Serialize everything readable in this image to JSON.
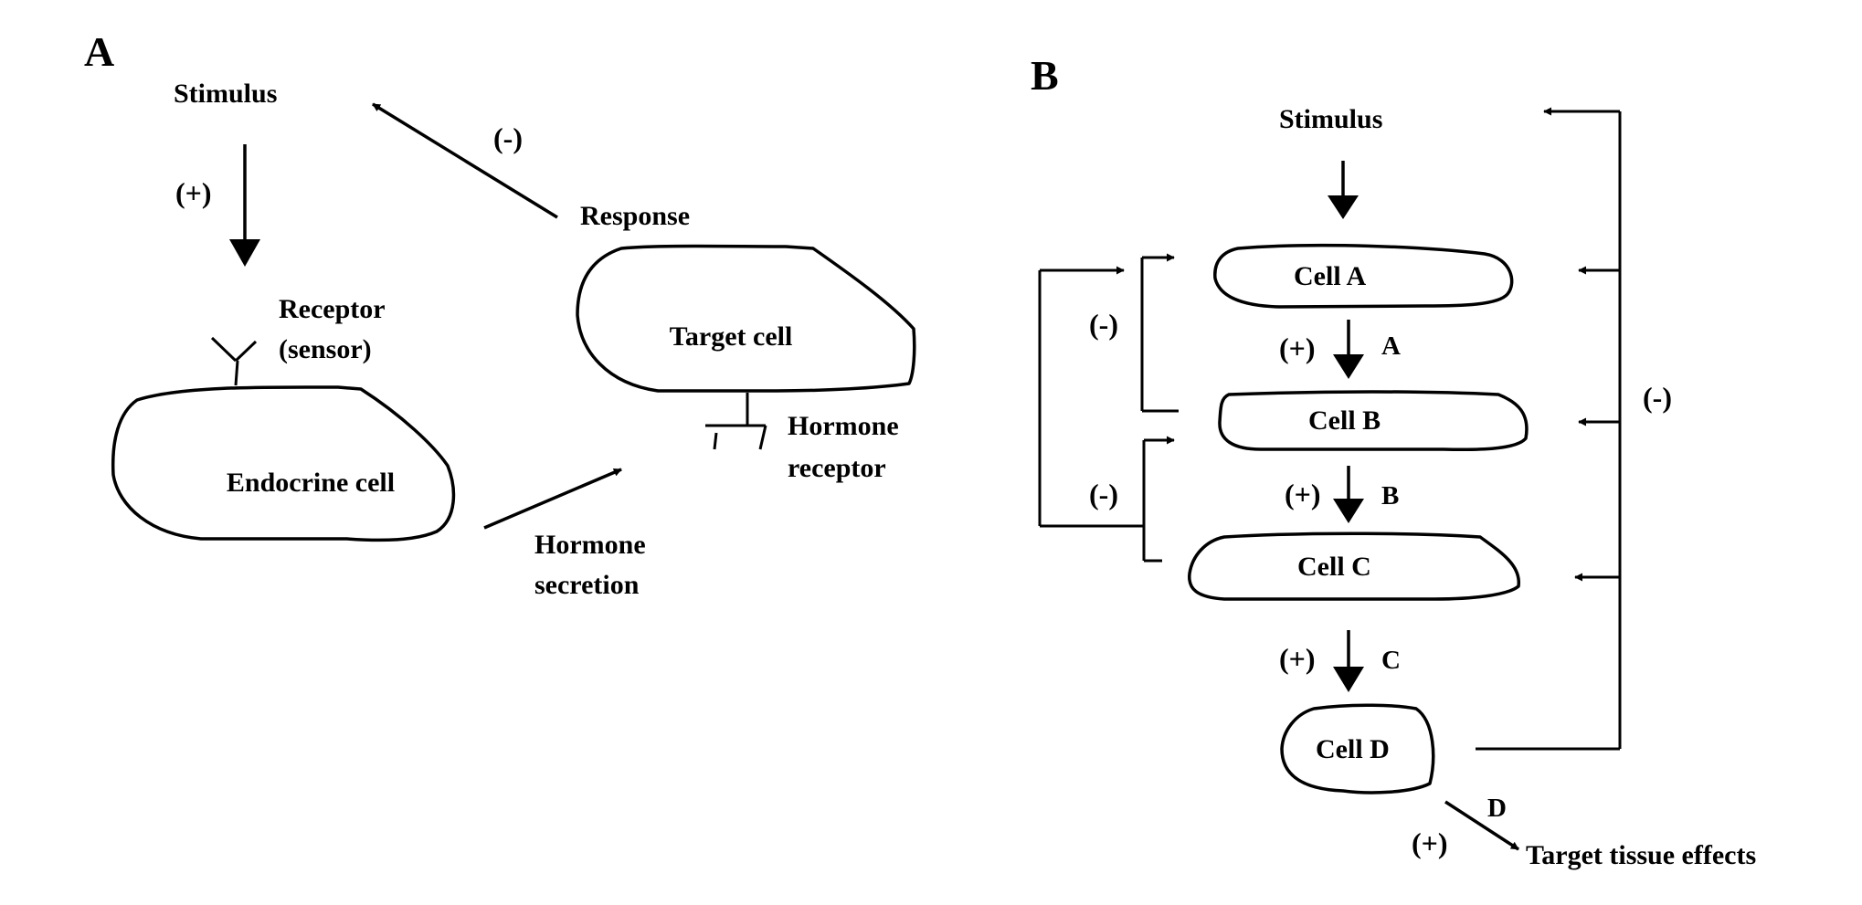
{
  "panel_a": {
    "label": "A",
    "stimulus": "Stimulus",
    "plus": "(+)",
    "minus": "(-)",
    "response": "Response",
    "receptor_line1": "Receptor",
    "receptor_line2": "(sensor)",
    "endocrine_cell": "Endocrine cell",
    "target_cell": "Target cell",
    "hormone_receptor_line1": "Hormone",
    "hormone_receptor_line2": "receptor",
    "secretion_line1": "Hormone",
    "secretion_line2": "secretion"
  },
  "panel_b": {
    "label": "B",
    "stimulus": "Stimulus",
    "cells": [
      "Cell A",
      "Cell B",
      "Cell C",
      "Cell D"
    ],
    "arrow_plus": [
      "(+)",
      "(+)",
      "(+)",
      "(+)"
    ],
    "arrow_letters": [
      "A",
      "B",
      "C",
      "D"
    ],
    "short_loop_minus": [
      "(-)",
      "(-)"
    ],
    "long_loop_minus": "(-)",
    "target_effects": "Target tissue effects"
  }
}
